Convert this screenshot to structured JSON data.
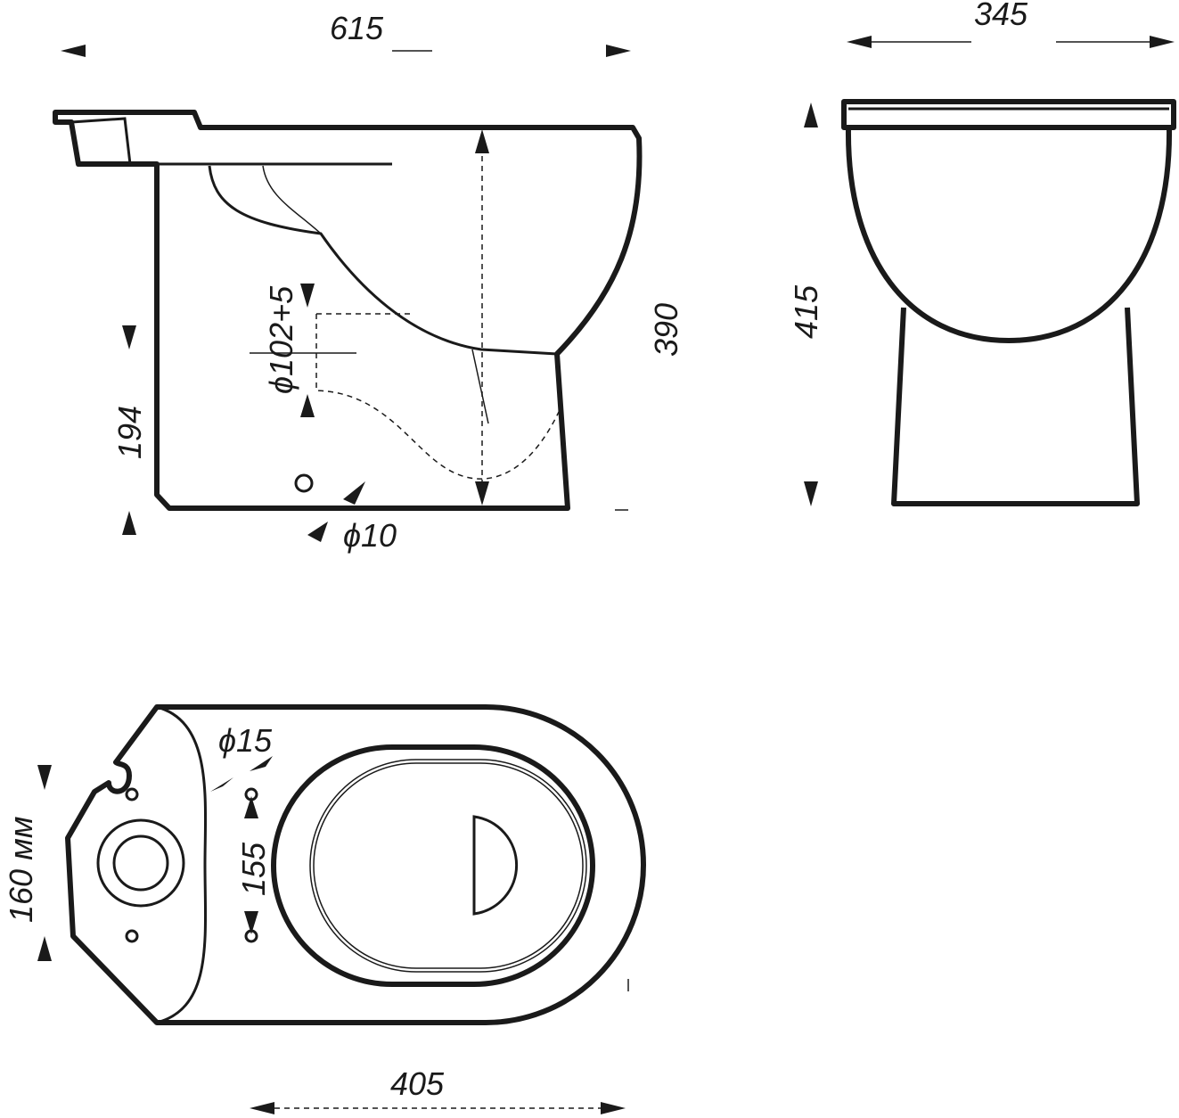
{
  "dimensions": {
    "side_length": "615",
    "front_width": "345",
    "side_height": "390",
    "front_height": "415",
    "outlet_height": "194",
    "outlet_diameter": "ϕ102+5",
    "fixing_hole": "ϕ10",
    "tank_hole": "ϕ15",
    "hole_spacing": "155",
    "tank_offset": "160 мм",
    "bowl_length": "405"
  }
}
